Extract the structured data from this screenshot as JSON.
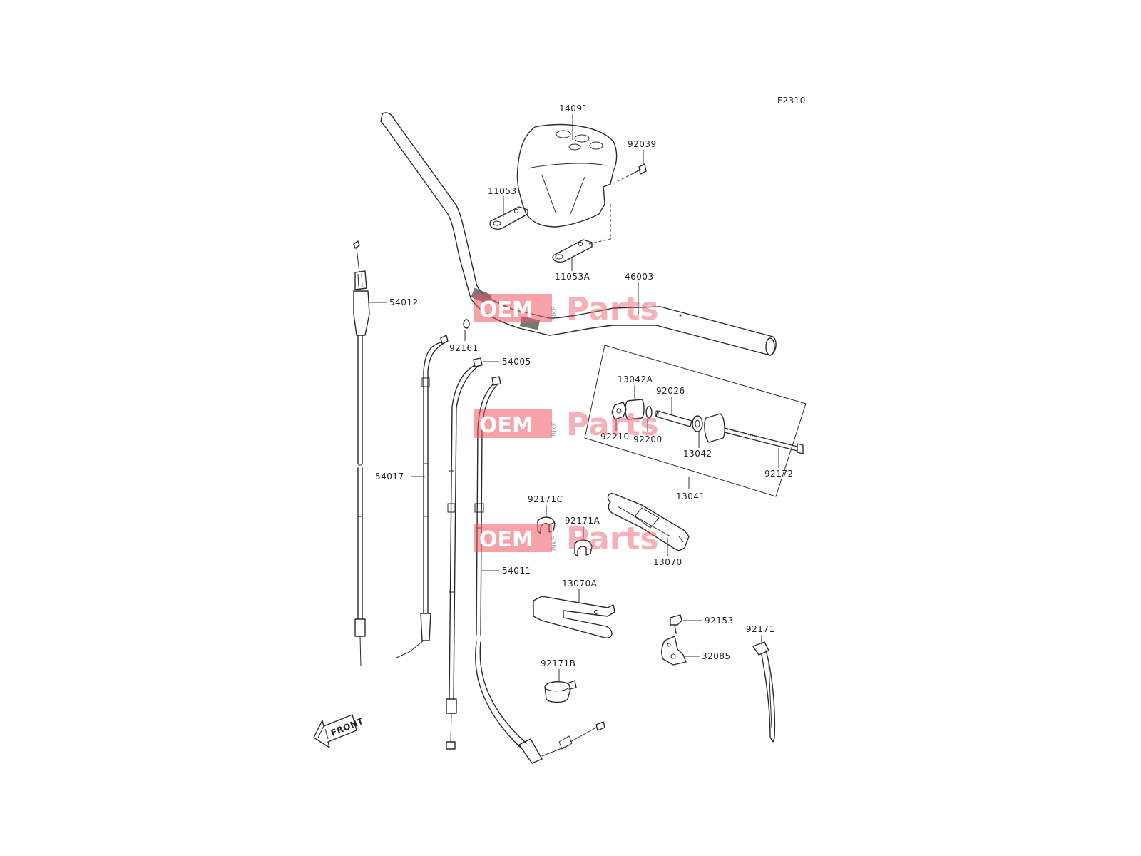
{
  "figure_code": "F2310",
  "watermark": {
    "left": "OEM",
    "middle": "BIKE",
    "right": "Parts"
  },
  "front_label": "FRONT",
  "callouts": {
    "p14091": "14091",
    "p92039": "92039",
    "p11053": "11053",
    "p11053A": "11053A",
    "p46003": "46003",
    "p54012": "54012",
    "p92161": "92161",
    "p54005": "54005",
    "p13042A": "13042A",
    "p92026": "92026",
    "p92210": "92210",
    "p92200": "92200",
    "p13042": "13042",
    "p92172": "92172",
    "p54017": "54017",
    "p13041": "13041",
    "p92171C": "92171C",
    "p92171A": "92171A",
    "p13070": "13070",
    "p54011": "54011",
    "p13070A": "13070A",
    "p92153": "92153",
    "p92171": "92171",
    "p32085": "32085",
    "p92171B": "92171B"
  }
}
